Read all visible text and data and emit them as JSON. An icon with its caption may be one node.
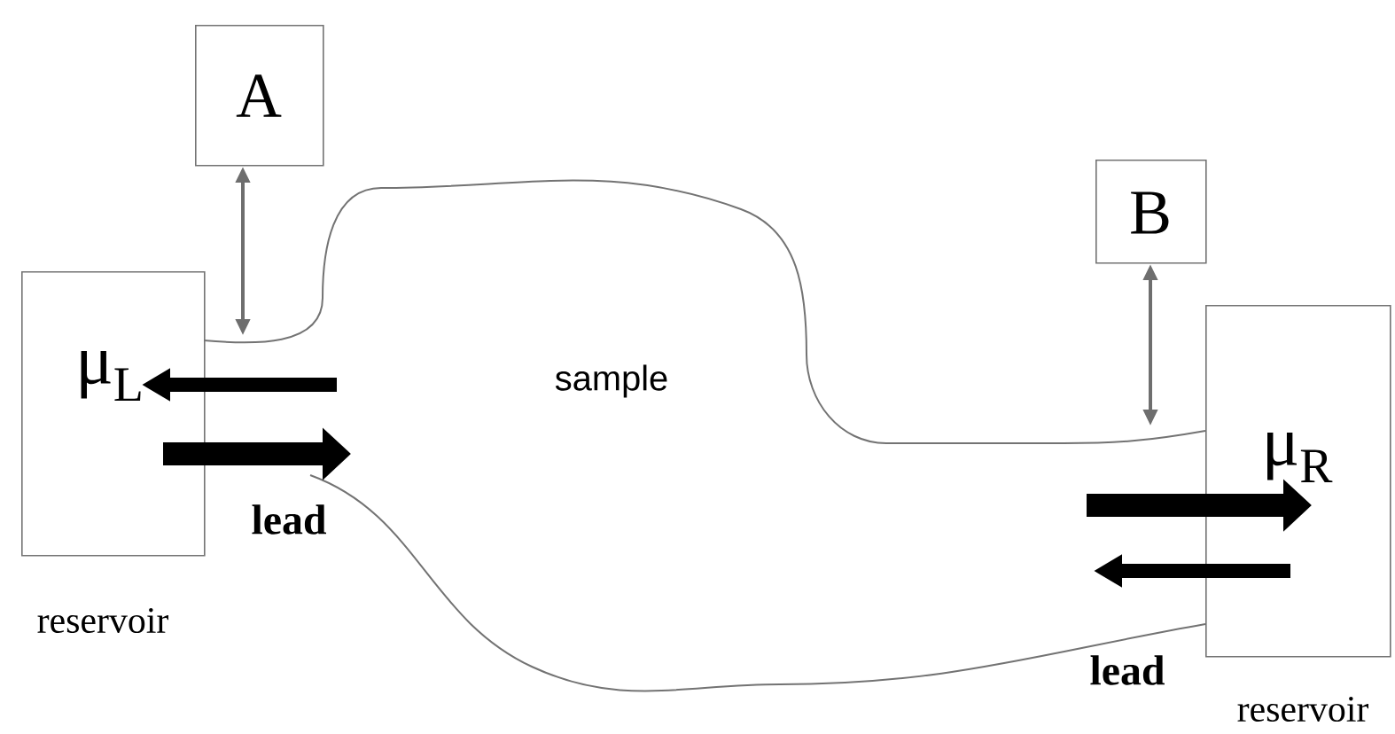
{
  "diagram": {
    "nodes": [
      {
        "text": [
          "A"
        ]
      },
      {
        "text": [
          "B"
        ]
      },
      {
        "text": [
          "μ$_{L}$"
        ],
        "beside": [
          "reservoir"
        ]
      },
      {
        "text": [
          "μ$_{R}$"
        ],
        "beside": [
          "reservoir"
        ]
      },
      {
        "text": [
          "sample"
        ]
      }
    ],
    "edges": [
      {
        "from": 0,
        "to": 4,
        "arrow": "both",
        "color": "#6e6e6e"
      },
      {
        "from": 1,
        "to": 4,
        "arrow": "both",
        "color": "#6e6e6e"
      },
      {
        "from": 4,
        "to": 2,
        "arrow": "to"
      },
      {
        "from": 2,
        "to": 4,
        "arrow": "to"
      },
      {
        "from": 4,
        "to": 3,
        "arrow": "to"
      },
      {
        "from": 3,
        "to": 4,
        "arrow": "to"
      }
    ],
    "labels": [
      "lead",
      "lead"
    ]
  }
}
